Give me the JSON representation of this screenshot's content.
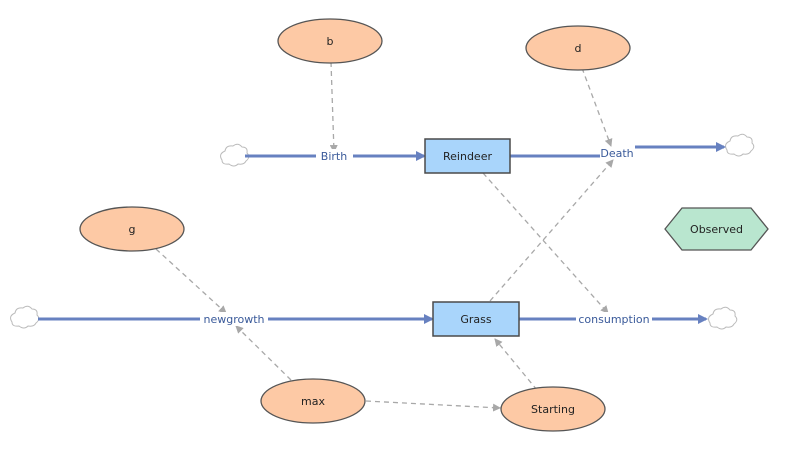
{
  "colors": {
    "flow": "#6781c0",
    "link": "#a8a8a8",
    "stock_fill": "#a9d5fb",
    "stock_stroke": "#4a4a4a",
    "aux_fill": "#fdc9a5",
    "aux_stroke": "#555555",
    "observed_fill": "#b9e6cf",
    "observed_stroke": "#555555",
    "cloud": "#bbbbbb"
  },
  "stocks": {
    "reindeer": "Reindeer",
    "grass": "Grass"
  },
  "flows": {
    "birth": "Birth",
    "death": "Death",
    "newgrowth": "newgrowth",
    "consumption": "consumption"
  },
  "auxiliaries": {
    "b": "b",
    "d": "d",
    "g": "g",
    "max": "max",
    "starting": "Starting"
  },
  "observed": "Observed"
}
